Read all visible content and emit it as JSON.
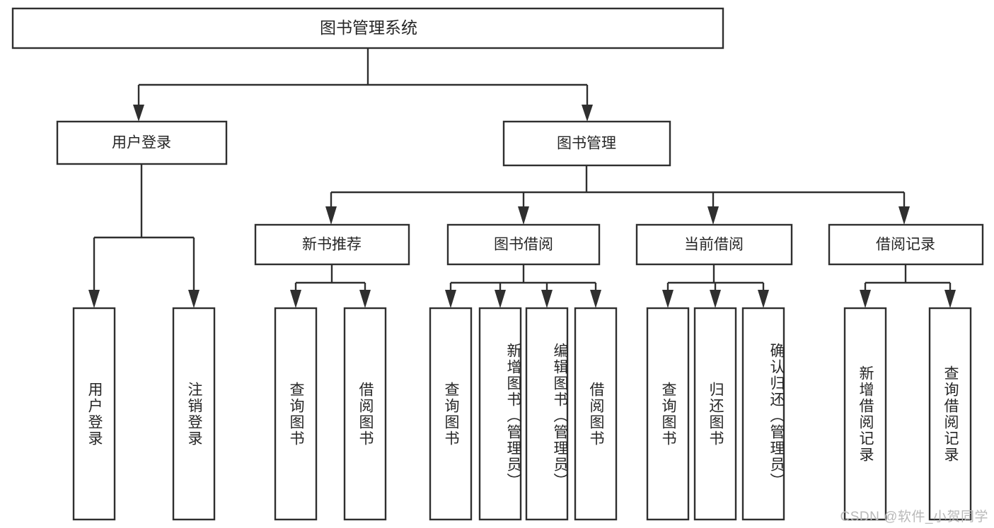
{
  "diagram": {
    "title": "图书管理系统",
    "type": "tree-hierarchy",
    "orientation": "top-down",
    "background_color": "#ffffff",
    "line_color": "#2f2f2f",
    "text_color": "#262626"
  },
  "root": {
    "label": "图书管理系统"
  },
  "level1": [
    {
      "label": "用户登录"
    },
    {
      "label": "图书管理"
    }
  ],
  "level2": [
    {
      "label": "新书推荐"
    },
    {
      "label": "图书借阅"
    },
    {
      "label": "当前借阅"
    },
    {
      "label": "借阅记录"
    }
  ],
  "leaves": {
    "user_login": [
      {
        "label": "用户登录"
      },
      {
        "label": "注销登录"
      }
    ],
    "new_book_recommend": [
      {
        "label": "查询图书"
      },
      {
        "label": "借阅图书"
      }
    ],
    "book_borrow": [
      {
        "label": "查询图书"
      },
      {
        "label": "新增图书（管理员）"
      },
      {
        "label": "编辑图书（管理员）"
      },
      {
        "label": "借阅图书"
      }
    ],
    "current_borrow": [
      {
        "label": "查询图书"
      },
      {
        "label": "归还图书"
      },
      {
        "label": "确认归还（管理员）"
      }
    ],
    "borrow_record": [
      {
        "label": "新增借阅记录"
      },
      {
        "label": "查询借阅记录"
      }
    ]
  },
  "watermark": {
    "text": "CSDN @软件_小贺同学"
  }
}
